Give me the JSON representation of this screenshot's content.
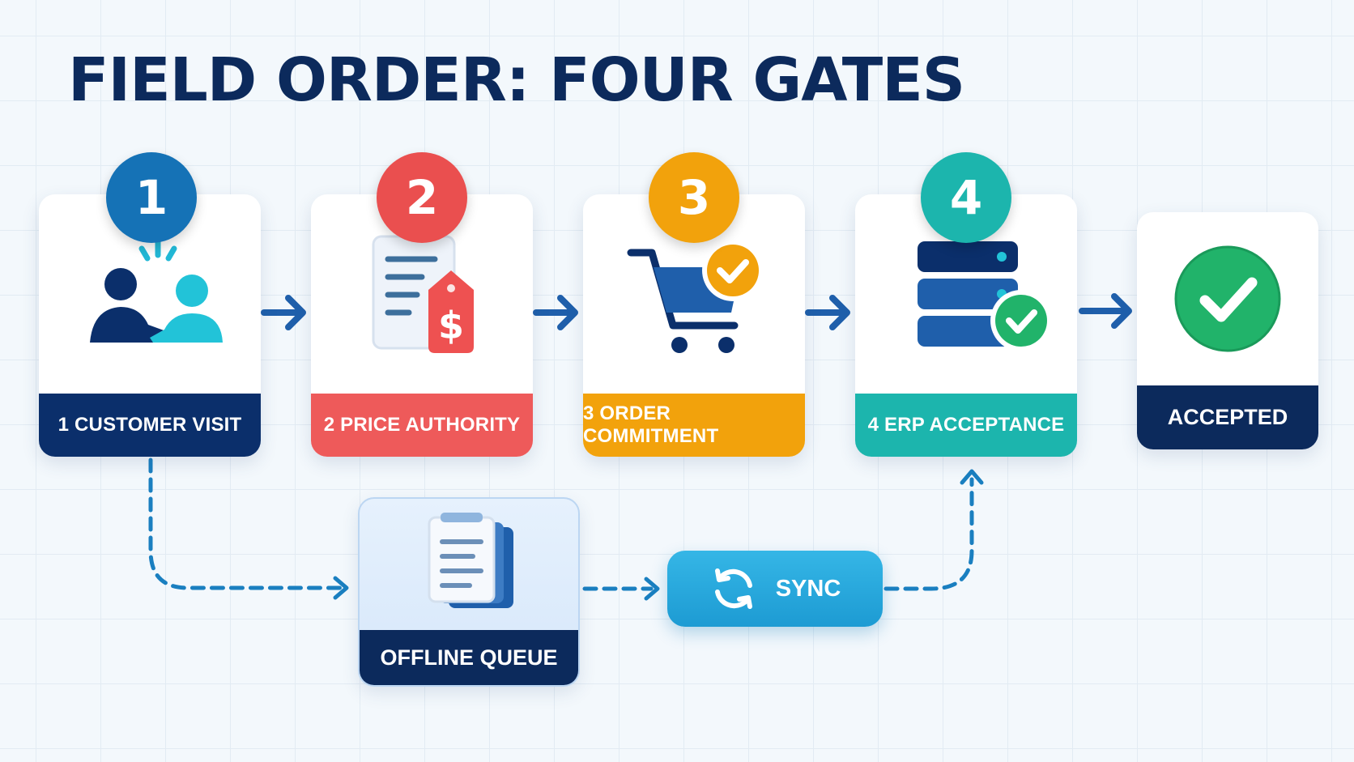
{
  "title": "FIELD ORDER: FOUR GATES",
  "gates": [
    {
      "number": "1",
      "label": "1  CUSTOMER VISIT",
      "color": "#0b2f6b",
      "badge_color": "#1572b6",
      "icon": "handshake-icon"
    },
    {
      "number": "2",
      "label": "2  PRICE AUTHORITY",
      "color": "#ee5a5a",
      "badge_color": "#ea4f4f",
      "icon": "price-tag-document-icon"
    },
    {
      "number": "3",
      "label": "3  ORDER COMMITMENT",
      "color": "#f2a20c",
      "badge_color": "#f2a20c",
      "icon": "cart-check-icon"
    },
    {
      "number": "4",
      "label": "4  ERP ACCEPTANCE",
      "color": "#1cb5ad",
      "badge_color": "#1cb5ad",
      "icon": "server-check-icon"
    }
  ],
  "accepted": {
    "label": "ACCEPTED",
    "icon": "check-circle-icon",
    "color": "#21b36a"
  },
  "offline_queue": {
    "label": "OFFLINE QUEUE",
    "icon": "document-stack-icon"
  },
  "sync": {
    "label": "SYNC",
    "icon": "sync-icon"
  }
}
